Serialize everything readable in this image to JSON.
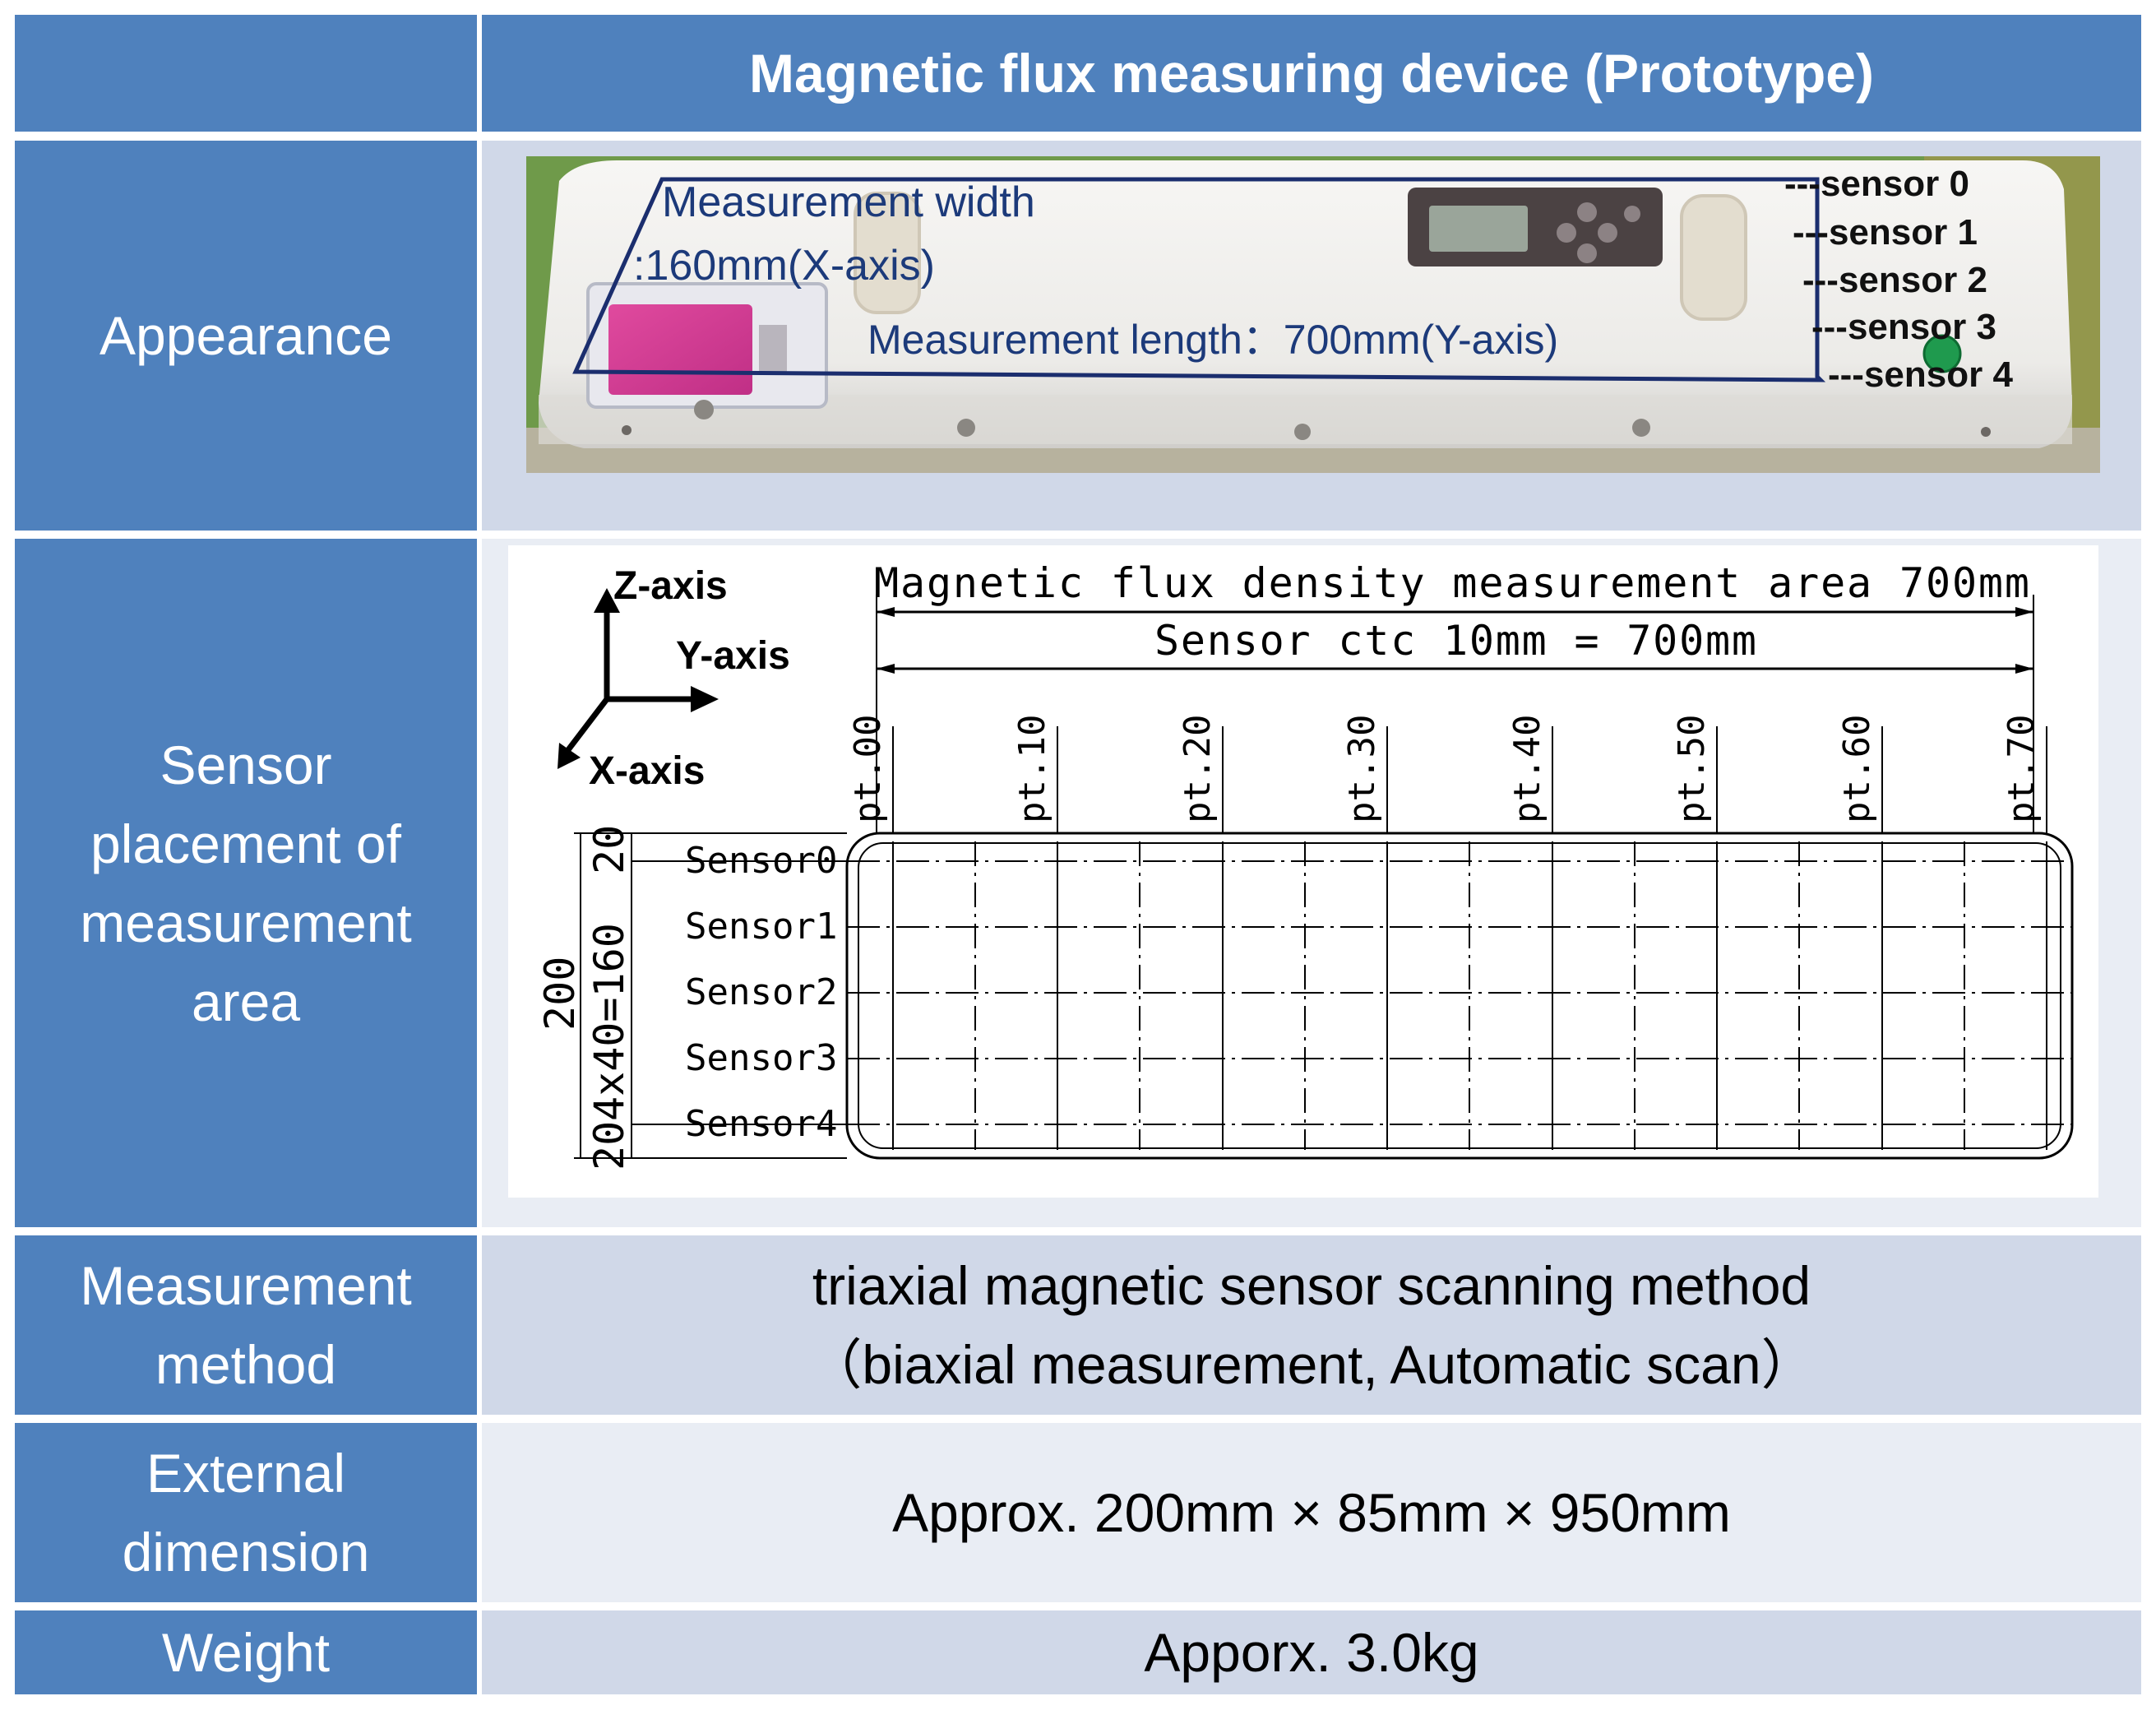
{
  "header": {
    "title": "Magnetic flux measuring device (Prototype)"
  },
  "rows": [
    {
      "label": "Appearance"
    },
    {
      "label_lines": [
        "Sensor",
        "placement of",
        "measurement",
        "area"
      ]
    },
    {
      "label_lines": [
        "Measurement",
        "method"
      ],
      "value_lines": [
        "triaxial magnetic sensor scanning method",
        "（biaxial measurement,  Automatic scan）"
      ]
    },
    {
      "label_lines": [
        "External",
        "dimension"
      ],
      "value": "Approx. 200mm × 85mm × 950mm"
    },
    {
      "label": "Weight",
      "value": "Apporx. 3.0kg"
    }
  ],
  "photo": {
    "width_label_1": "Measurement width",
    "width_label_2": ":160mm(X-axis)",
    "length_label": "Measurement length：700mm(Y-axis)",
    "sensor_labels": [
      "---sensor 0",
      "---sensor 1",
      "---sensor 2",
      "---sensor 3",
      "---sensor 4"
    ]
  },
  "diagram": {
    "z_axis": "Z-axis",
    "y_axis": "Y-axis",
    "x_axis": "X-axis",
    "area_label": "Magnetic flux density measurement area 700mm",
    "ctc_label": "Sensor ctc 10mm = 700mm",
    "points": [
      "pt.00",
      "pt.10",
      "pt.20",
      "pt.30",
      "pt.40",
      "pt.50",
      "pt.60",
      "pt.70"
    ],
    "sensors": [
      "Sensor0",
      "Sensor1",
      "Sensor2",
      "Sensor3",
      "Sensor4"
    ],
    "dim_total": "200",
    "dim_middle": "4x40=160",
    "dim_top": "20",
    "dim_bottom": "20"
  }
}
